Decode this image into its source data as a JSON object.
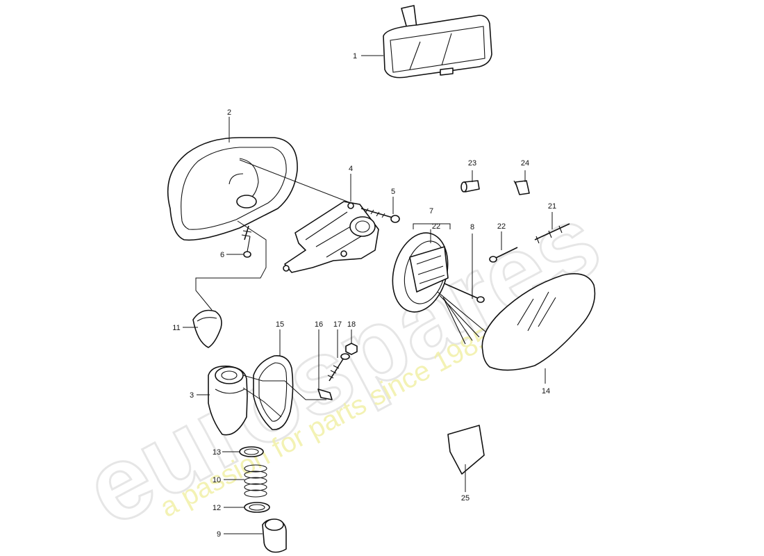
{
  "watermark": {
    "brand": "eurospares",
    "tagline": "a passion for parts since 1985",
    "tagline_color": "#f1f0a8"
  },
  "callouts": [
    {
      "id": "1",
      "label": "1"
    },
    {
      "id": "2",
      "label": "2"
    },
    {
      "id": "3",
      "label": "3"
    },
    {
      "id": "4",
      "label": "4"
    },
    {
      "id": "5",
      "label": "5"
    },
    {
      "id": "6",
      "label": "6"
    },
    {
      "id": "7",
      "label": "7"
    },
    {
      "id": "8",
      "label": "8"
    },
    {
      "id": "9",
      "label": "9"
    },
    {
      "id": "10",
      "label": "10"
    },
    {
      "id": "11",
      "label": "11"
    },
    {
      "id": "12",
      "label": "12"
    },
    {
      "id": "13",
      "label": "13"
    },
    {
      "id": "14",
      "label": "14"
    },
    {
      "id": "15",
      "label": "15"
    },
    {
      "id": "16",
      "label": "16"
    },
    {
      "id": "17",
      "label": "17"
    },
    {
      "id": "18",
      "label": "18"
    },
    {
      "id": "21",
      "label": "21"
    },
    {
      "id": "22a",
      "label": "22"
    },
    {
      "id": "22b",
      "label": "22"
    },
    {
      "id": "23",
      "label": "23"
    },
    {
      "id": "24",
      "label": "24"
    },
    {
      "id": "25",
      "label": "25"
    }
  ]
}
